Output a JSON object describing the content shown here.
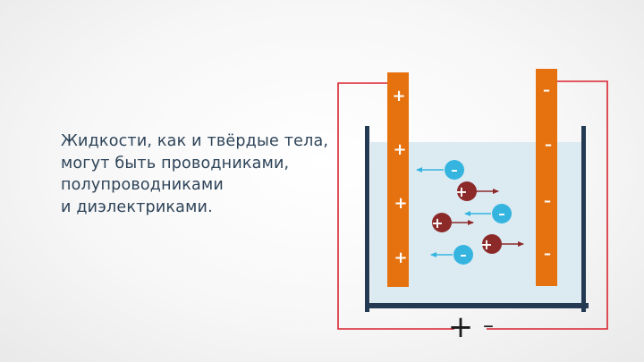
{
  "caption": {
    "lines": [
      "Жидкости, как и твёрдые тела,",
      "могут быть проводниками,",
      "полупроводниками",
      "и диэлектриками."
    ]
  },
  "electrodes": {
    "anode_sign": "+",
    "cathode_sign": "–"
  },
  "ions": {
    "positive_sign": "+",
    "negative_sign": "–"
  },
  "source": {
    "plus": "+",
    "minus": "–"
  },
  "colors": {
    "electrode": "#e5720f",
    "electrolyte": "#dcebf2",
    "vessel": "#243a52",
    "wire": "#d9232e",
    "positive_ion": "#8c2a2a",
    "negative_ion": "#35b4e0",
    "positive_arrow": "#8c2a2a",
    "negative_arrow": "#35b4e0",
    "caption": "#2d4358"
  }
}
